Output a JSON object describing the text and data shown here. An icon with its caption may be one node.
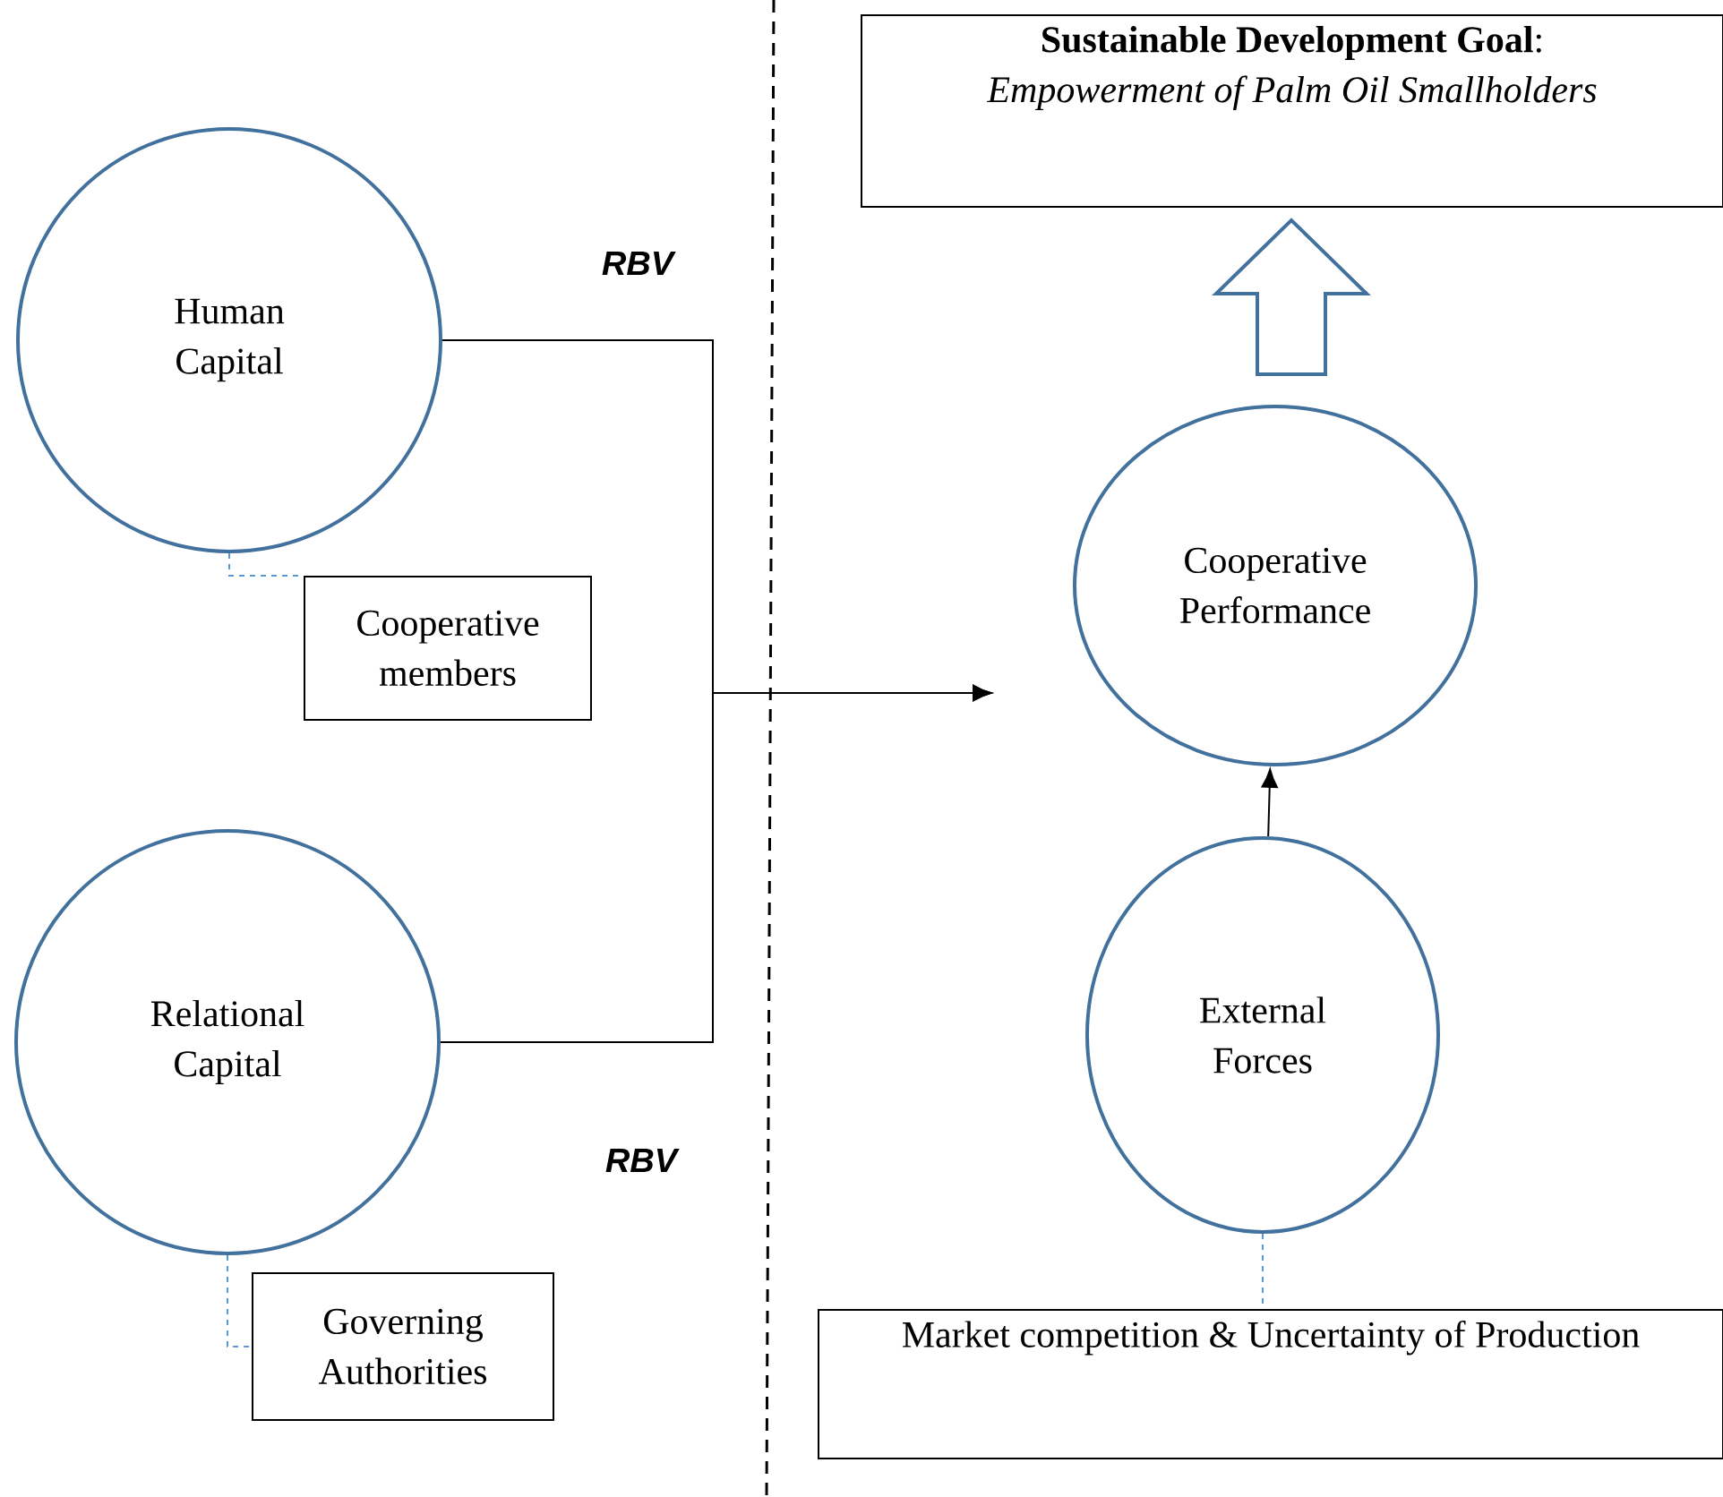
{
  "diagram": {
    "nodes": [
      {
        "text": [
          "Human Capital"
        ]
      },
      {
        "text": [
          "Cooperative members"
        ]
      },
      {
        "text": [
          "Relational Capital"
        ]
      },
      {
        "text": [
          "Governing Authorities"
        ]
      },
      {
        "text": [
          "**Sustainable Development Goal**:",
          "Empowerment of Palm Oil Smallholders"
        ]
      },
      {
        "text": [
          "Cooperative Performance"
        ]
      },
      {
        "text": [
          "External Forces"
        ]
      },
      {
        "text": [
          "Market competition & Uncertainty of Production"
        ]
      }
    ],
    "edges": [
      {
        "from": 0,
        "to": null,
        "arrow": "to",
        "color": "#000000"
      },
      {
        "from": 2,
        "to": null,
        "arrow": "to",
        "color": "#000000"
      },
      {
        "from": 0,
        "to": 1,
        "arrow": "none",
        "style": "dashed",
        "color": "#5b9bd5"
      },
      {
        "from": 2,
        "to": 3,
        "arrow": "none",
        "style": "dashed",
        "color": "#5b9bd5"
      },
      {
        "from": 6,
        "to": 5,
        "arrow": "to",
        "color": "#000000"
      },
      {
        "from": 6,
        "to": 7,
        "arrow": "none",
        "style": "dashed",
        "color": "#5b9bd5"
      },
      {
        "from": 5,
        "to": 4,
        "arrow": "to",
        "style": "thick",
        "color": "#41719c"
      }
    ],
    "labels": [
      "RBV",
      "RBV"
    ]
  }
}
